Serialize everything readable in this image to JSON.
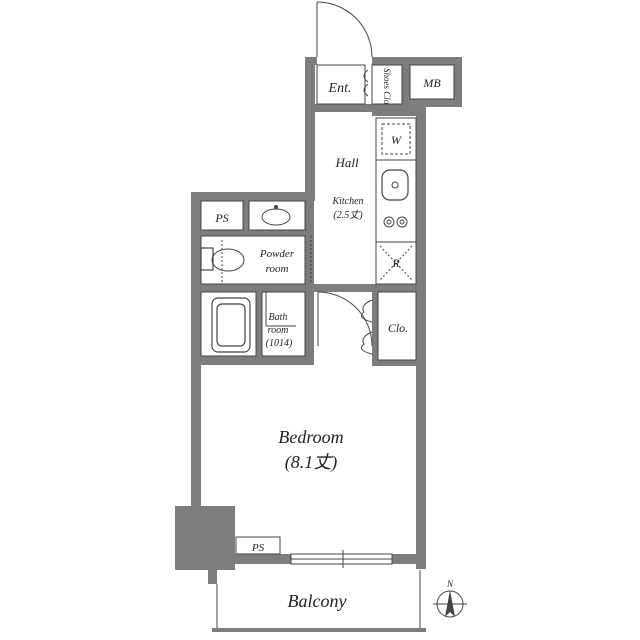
{
  "rooms": {
    "entrance": "Ent.",
    "shoes_closet": "Shoes Clo",
    "meter_box": "MB",
    "washer": "W",
    "hall": "Hall",
    "kitchen": "Kitchen",
    "kitchen_size": "(2.5丈)",
    "pipe_space_top": "PS",
    "powder_room_line1": "Powder",
    "powder_room_line2": "room",
    "refrigerator": "R",
    "bath_line1": "Bath",
    "bath_line2": "room",
    "bath_size": "(1014)",
    "closet": "Clo.",
    "bedroom": "Bedroom",
    "bedroom_size": "(8.1丈)",
    "pipe_space_bottom": "PS",
    "balcony": "Balcony",
    "north": "N"
  },
  "colors": {
    "wall": "#7d7d7d",
    "line": "#444444"
  }
}
